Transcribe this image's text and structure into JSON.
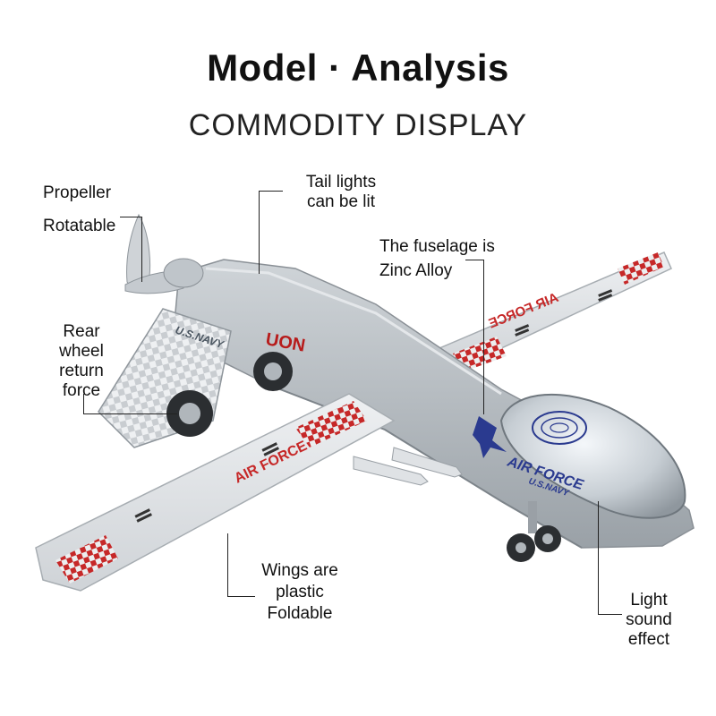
{
  "header": {
    "title": "Model · Analysis",
    "subtitle": "COMMODITY DISPLAY"
  },
  "callouts": {
    "propeller": "Propeller",
    "rotatable": "Rotatable",
    "rear_wheel": [
      "Rear",
      "wheel",
      "return",
      "force"
    ],
    "tail_lights": [
      "Tail lights",
      "can be lit"
    ],
    "fuselage": [
      "The fuselage is",
      "Zinc Alloy"
    ],
    "wings": [
      "Wings are",
      "plastic",
      "Foldable"
    ],
    "light_sound": [
      "Light",
      "sound",
      "effect"
    ]
  },
  "model_markings": {
    "wing_text": "AIR FORCE",
    "fuselage_text": "AIR FORCE",
    "fuselage_subtext": "U.S.NAVY",
    "tail_text": "U.S.NAVY",
    "emblem_text": "UON"
  },
  "colors": {
    "body_gray": "#b9bfc4",
    "wing_light": "#e6e8ea",
    "checker_red": "#c62828",
    "marking_blue": "#2a3a8f",
    "emblem_red": "#b71c1c"
  }
}
